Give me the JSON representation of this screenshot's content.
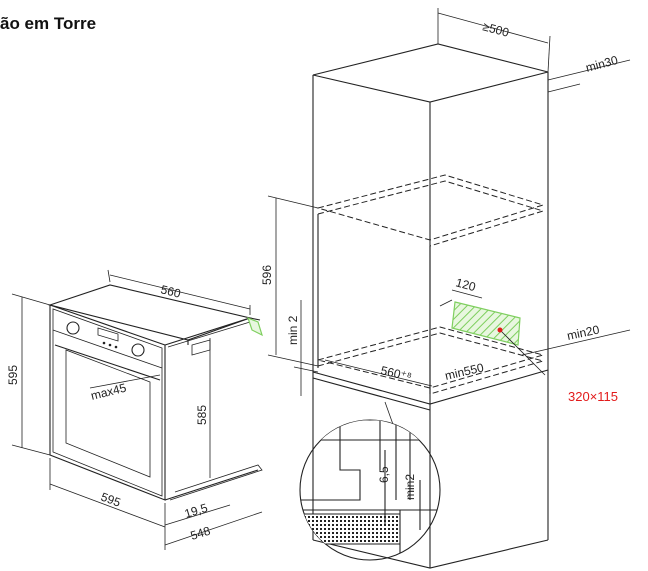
{
  "title": "ão em Torre",
  "labels": {
    "w500": "≥500",
    "min30": "min30",
    "h596": "596",
    "min2_left": "min 2",
    "d120": "120",
    "min20": "min20",
    "w560b": "560⁺⁸",
    "min550": "min550",
    "cutout": "320×115",
    "w560": "560",
    "h595": "595",
    "max45": "max45",
    "h585": "585",
    "w595": "595",
    "d19_5": "19,5",
    "d548": "548",
    "d6_5": "6,5",
    "min2_detail": "min2"
  },
  "colors": {
    "line": "#222222",
    "cutout_red": "#e21b1b",
    "hatch_green": "#7fcf5f"
  }
}
